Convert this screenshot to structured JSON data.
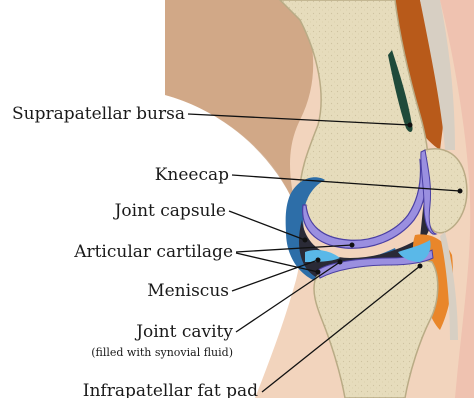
{
  "labels": {
    "suprapatellar_bursa": "Suprapatellar bursa",
    "kneecap": "Kneecap",
    "joint_capsule": "Joint capsule",
    "articular_cartilage": "Articular cartilage",
    "meniscus": "Meniscus",
    "joint_cavity": "Joint cavity",
    "joint_cavity_note": "(filled with synovial fluid)",
    "infrapatellar_fat_pad": "Infrapatellar fat pad"
  },
  "colors": {
    "skin": "#e8c4a8",
    "skin_dark": "#d9ad8d",
    "bone": "#e6dcbc",
    "bone_edge": "#b9ab85",
    "cartilage": "#9a8fe0",
    "cartilage_edge": "#4a3fa3",
    "cavity": "#2a2a36",
    "meniscus": "#5ab8e8",
    "fat_pad": "#e9862a",
    "muscle": "#b85a1a",
    "tendon": "#d7cfc3"
  }
}
